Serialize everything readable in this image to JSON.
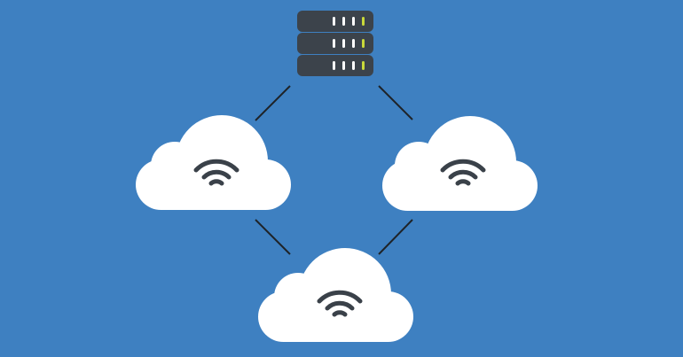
{
  "colors": {
    "background": "#3E80C1",
    "cloud": "#FFFFFF",
    "wifi": "#3A4149",
    "server_body": "#3C434B",
    "server_led": "#FFFFFF",
    "server_led_active": "#C9D93A",
    "connector": "#1E2328"
  },
  "diagram": {
    "server": {
      "icon": "server-rack-icon",
      "units": 3,
      "leds_per_unit": 4
    },
    "nodes": [
      {
        "id": "cloud-left",
        "icon": "cloud-icon",
        "badge": "wifi-icon"
      },
      {
        "id": "cloud-right",
        "icon": "cloud-icon",
        "badge": "wifi-icon"
      },
      {
        "id": "cloud-bottom",
        "icon": "cloud-icon",
        "badge": "wifi-icon"
      }
    ],
    "connections": [
      [
        "server",
        "cloud-left"
      ],
      [
        "server",
        "cloud-right"
      ],
      [
        "cloud-left",
        "cloud-bottom"
      ],
      [
        "cloud-right",
        "cloud-bottom"
      ]
    ]
  }
}
